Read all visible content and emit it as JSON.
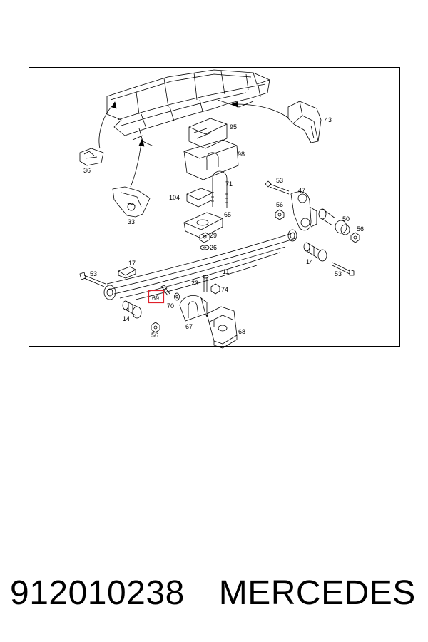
{
  "diagram": {
    "part_labels": {
      "p36": "36",
      "p33": "33",
      "p95": "95",
      "p98": "98",
      "p43": "43",
      "p104": "104",
      "p65": "65",
      "p53a": "53",
      "p47": "47",
      "p56a": "56",
      "p50": "50",
      "p56b": "56",
      "p29": "29",
      "p26": "26",
      "p14a": "14",
      "p53b": "53",
      "p17": "17",
      "p11": "11",
      "p53c": "53",
      "p23": "23",
      "p74": "74",
      "p69": "69",
      "p70": "70",
      "p14b": "14",
      "p56c": "56",
      "p67": "67",
      "p68": "68"
    },
    "highlighted_part": "69",
    "highlight_color": "#e0202a"
  },
  "footer": {
    "part_number": "912010238",
    "brand": "MERCEDES"
  }
}
